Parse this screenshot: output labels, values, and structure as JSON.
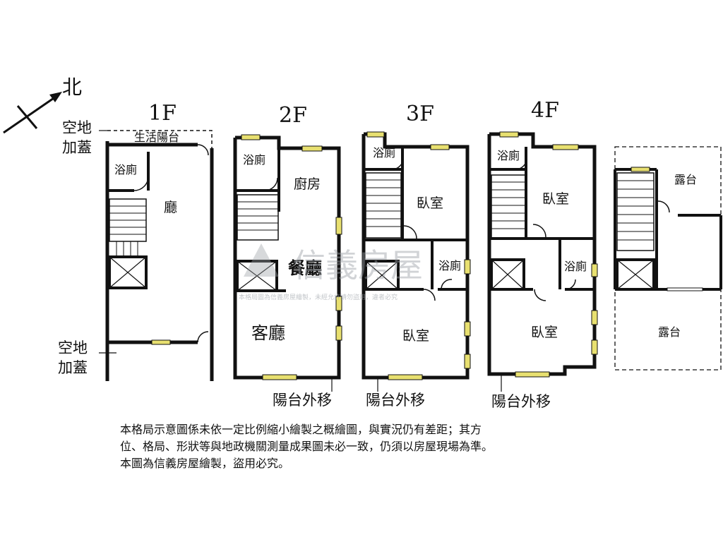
{
  "compass": {
    "label": "北"
  },
  "floors": [
    {
      "title": "1F"
    },
    {
      "title": "2F"
    },
    {
      "title": "3F"
    },
    {
      "title": "4F"
    }
  ],
  "labels": {
    "f1_top_annex": "空地\n加蓋",
    "f1_top_annex_l1": "空地",
    "f1_top_annex_l2": "加蓋",
    "f1_balcony": "生活陽台",
    "f1_bath": "浴廁",
    "f1_hall": "廳",
    "f1_bottom_annex_l1": "空地",
    "f1_bottom_annex_l2": "加蓋",
    "f2_bath": "浴廁",
    "f2_kitchen": "廚房",
    "f2_dining": "餐廳",
    "f2_living": "客廳",
    "f2_balcony_note": "陽台外移",
    "f3_bath_top": "浴廁",
    "f3_bedroom_top": "臥室",
    "f3_bath_mid": "浴廁",
    "f3_bedroom_bottom": "臥室",
    "f3_balcony_note": "陽台外移",
    "f4_bath_top": "浴廁",
    "f4_bedroom_top": "臥室",
    "f4_bath_mid": "浴廁",
    "f4_bedroom_bottom": "臥室",
    "f4_balcony_note": "陽台外移",
    "roof_terrace_top": "露台",
    "roof_terrace_bottom": "露台"
  },
  "watermark": {
    "brand": "信義房屋",
    "notice": "本格局圖為信義房屋繪製，未經允許請勿盜用，違者必究"
  },
  "disclaimer": {
    "line1": "本格局示意圖係未依一定比例縮小繪製之概繪圖，與實況仍有差距；其方",
    "line2": "位、格局、形狀等與地政機關測量成果圖未必一致，仍須以房屋現場為準。",
    "line3": "本圖為信義房屋繪製，盜用必究。"
  },
  "colors": {
    "wall": "#111111",
    "window": "#e8e070",
    "watermark": "#9aa0a6"
  }
}
